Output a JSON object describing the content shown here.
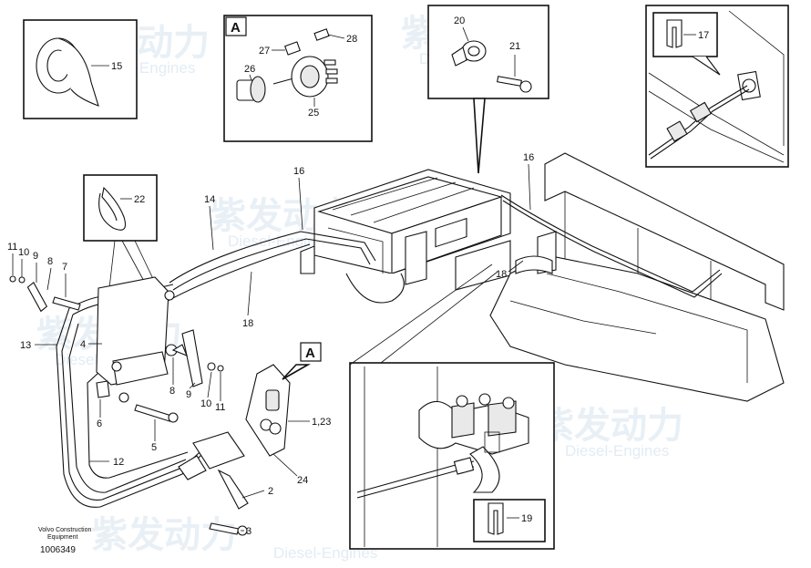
{
  "watermark": {
    "cn": "紫发动力",
    "en": "Diesel-Engines"
  },
  "labels": {
    "p1_23": "1,23",
    "p2": "2",
    "p3": "3",
    "p4": "4",
    "p5": "5",
    "p6": "6",
    "p7": "7",
    "p8": "8",
    "p9": "9",
    "p10": "10",
    "p11": "11",
    "p12": "12",
    "p13": "13",
    "p14": "14",
    "p15": "15",
    "p16": "16",
    "p17": "17",
    "p18": "18",
    "p19": "19",
    "p20": "20",
    "p21": "21",
    "p22": "22",
    "p24": "24",
    "p25": "25",
    "p26": "26",
    "p27": "27",
    "p28": "28",
    "callout": "A"
  },
  "footer": {
    "brand_line1": "Volvo Construction",
    "brand_line2": "Equipment",
    "code": "1006349"
  }
}
